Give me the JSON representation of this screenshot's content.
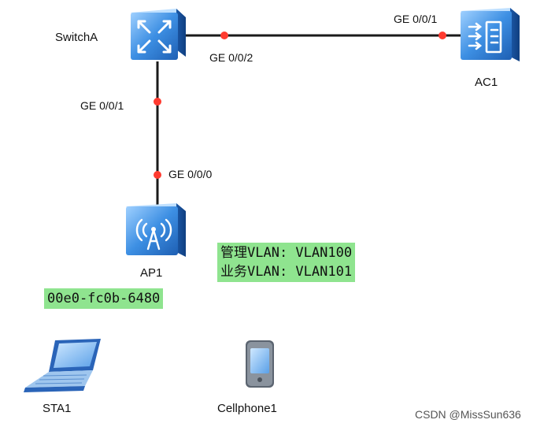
{
  "nodes": {
    "switch": {
      "label": "SwitchA"
    },
    "ac": {
      "label": "AC1"
    },
    "ap": {
      "label": "AP1",
      "mac": "00e0-fc0b-6480"
    },
    "sta": {
      "label": "STA1"
    },
    "phone": {
      "label": "Cellphone1"
    }
  },
  "ports": {
    "switch_to_ac": "GE 0/0/2",
    "ac_to_switch": "GE 0/0/1",
    "switch_to_ap": "GE 0/0/1",
    "ap_to_switch": "GE 0/0/0"
  },
  "vlan_note": {
    "line1": "管理VLAN: VLAN100",
    "line2": "业务VLAN: VLAN101"
  },
  "watermark": "CSDN @MissSun636",
  "colors": {
    "link": "#1a1a1a",
    "port_dot": "#ff3b30",
    "device_blue": "#2f7fd8",
    "note_bg": "#8fe48f"
  }
}
